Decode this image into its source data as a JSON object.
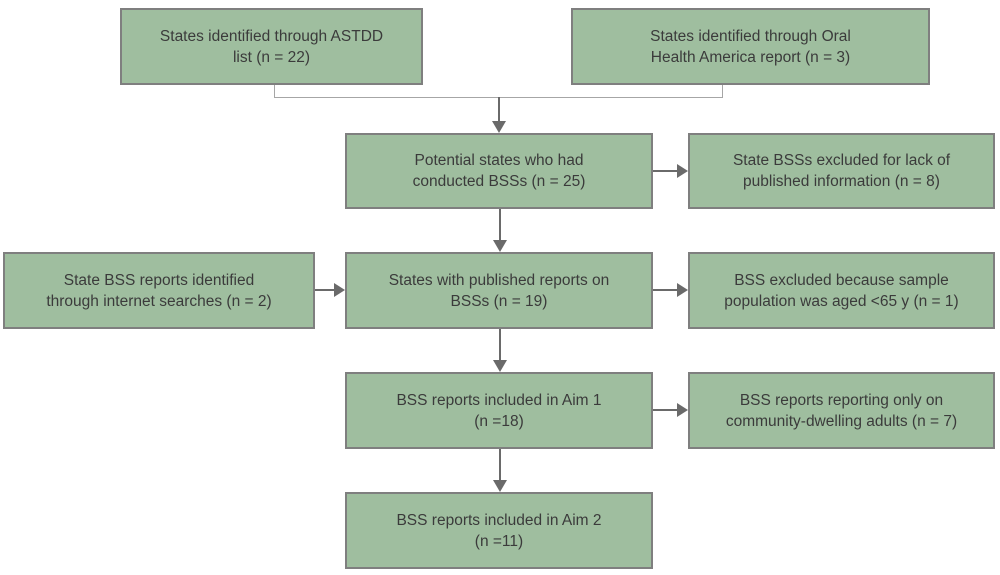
{
  "colors": {
    "box_fill": "#9fbe9f",
    "box_border": "#7f7f7f",
    "arrow": "#6a6a6a",
    "connector": "#a6a6a6",
    "text": "#3b3b3b"
  },
  "boxes": {
    "astdd": {
      "lines": [
        "States identified through ASTDD",
        "list (n = 22)"
      ]
    },
    "oha": {
      "lines": [
        "States identified through Oral",
        "Health America report (n = 3)"
      ]
    },
    "potential": {
      "lines": [
        "Potential states who had",
        "conducted BSSs (n = 25)"
      ]
    },
    "lack": {
      "lines": [
        "State BSSs excluded for lack of",
        "published information (n = 8)"
      ]
    },
    "internet": {
      "lines": [
        "State BSS reports identified",
        "through internet searches (n = 2)"
      ]
    },
    "published": {
      "lines": [
        "States with published reports on",
        "BSSs (n = 19)"
      ]
    },
    "aged": {
      "lines": [
        "BSS excluded because sample",
        "population was aged <65 y (n = 1)"
      ]
    },
    "aim1": {
      "lines": [
        "BSS reports included in Aim 1",
        "(n =18)"
      ]
    },
    "community": {
      "lines": [
        "BSS reports reporting only on",
        "community-dwelling adults (n = 7)"
      ]
    },
    "aim2": {
      "lines": [
        "BSS reports included in Aim 2",
        "(n =11)"
      ]
    }
  }
}
